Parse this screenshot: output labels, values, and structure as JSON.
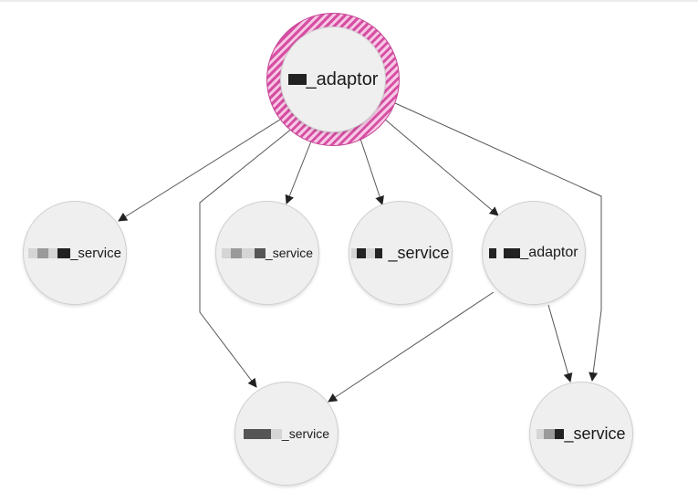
{
  "graph": {
    "highlight_color": "#d64fa4",
    "node_fill": "#efefef",
    "edge_color": "#555555",
    "nodes": [
      {
        "id": "root",
        "label": "_adaptor",
        "highlighted": true
      },
      {
        "id": "s1",
        "label": "_service"
      },
      {
        "id": "s2",
        "label": "_service"
      },
      {
        "id": "s3",
        "label": "_service"
      },
      {
        "id": "a2",
        "label": "_adaptor"
      },
      {
        "id": "s5",
        "label": "_service"
      },
      {
        "id": "s6",
        "label": "_service"
      }
    ],
    "edges": [
      {
        "from": "root",
        "to": "s1"
      },
      {
        "from": "root",
        "to": "s5"
      },
      {
        "from": "root",
        "to": "s2"
      },
      {
        "from": "root",
        "to": "s3"
      },
      {
        "from": "root",
        "to": "a2"
      },
      {
        "from": "root",
        "to": "s6"
      },
      {
        "from": "a2",
        "to": "s5"
      },
      {
        "from": "a2",
        "to": "s6"
      }
    ]
  }
}
